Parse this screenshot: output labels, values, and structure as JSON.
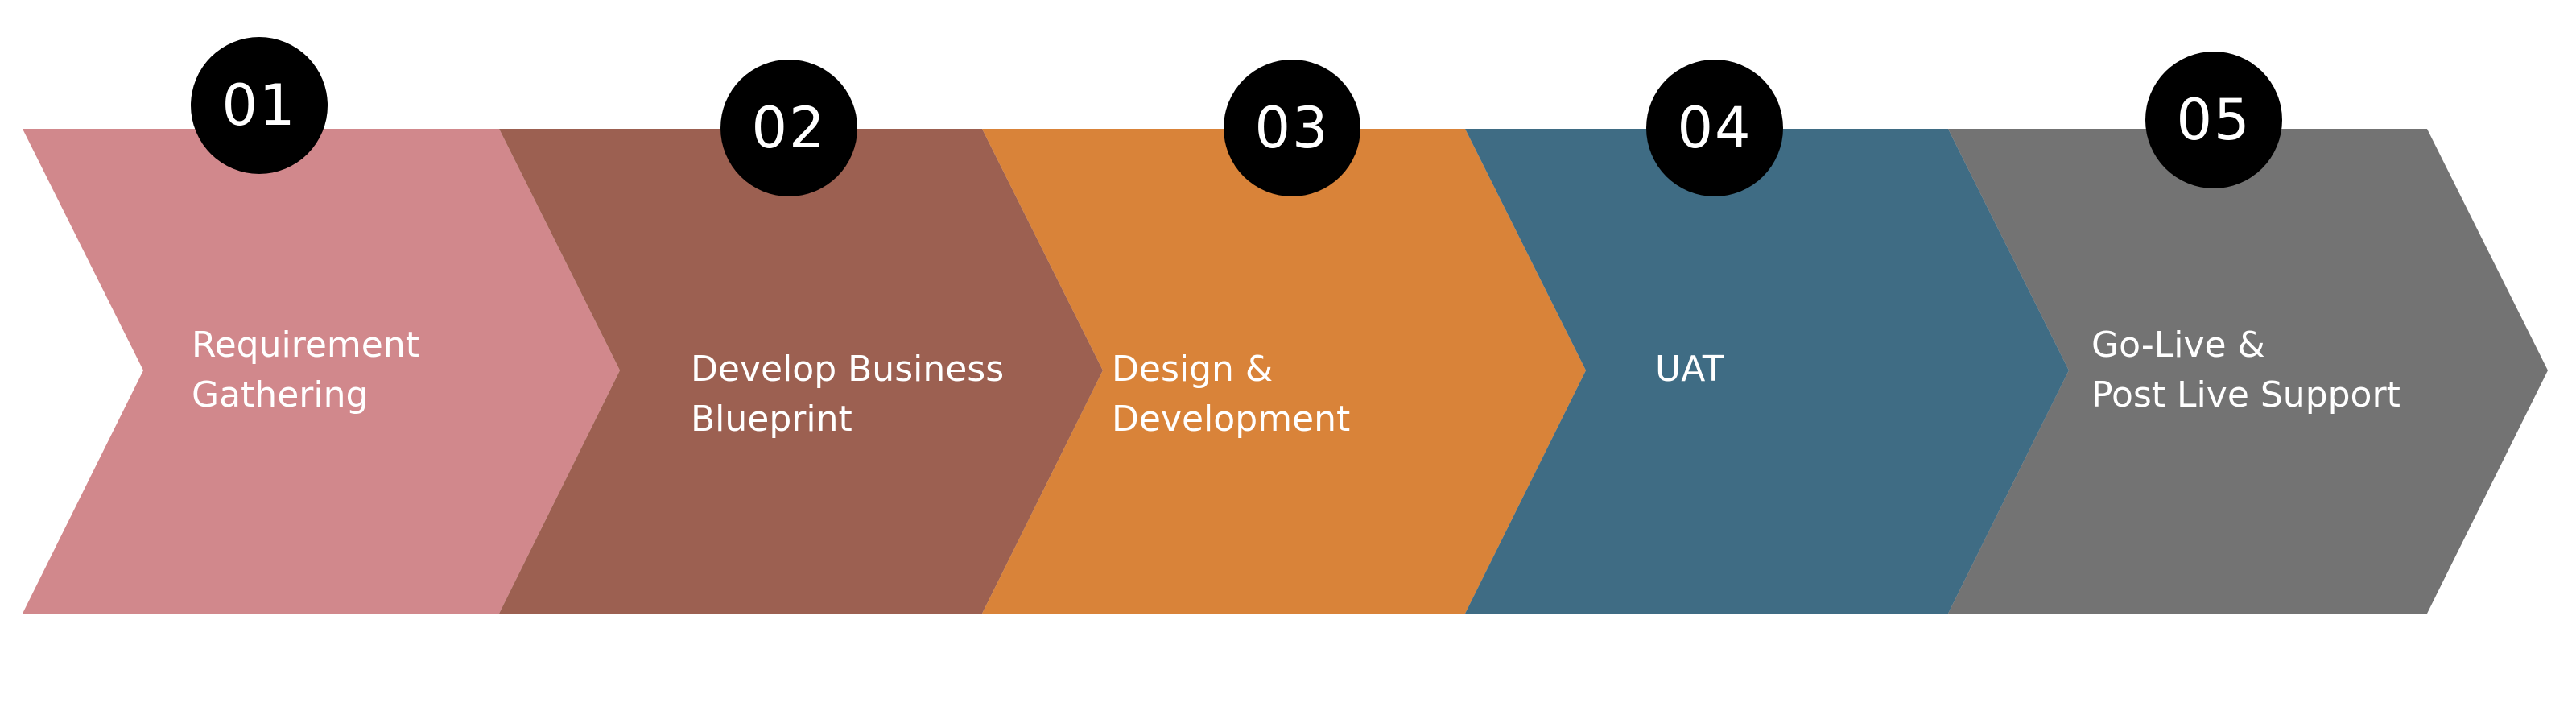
{
  "steps": [
    {
      "number": "01",
      "line1": "Requirement",
      "line2": "Gathering",
      "color": "#D1888C"
    },
    {
      "number": "02",
      "line1": "Develop Business",
      "line2": "Blueprint",
      "color": "#9C6051"
    },
    {
      "number": "03",
      "line1": "Design &",
      "line2": "Development",
      "color": "#D98339"
    },
    {
      "number": "04",
      "line1": "UAT",
      "line2": "",
      "color": "#3F6C84"
    },
    {
      "number": "05",
      "line1": "Go-Live &",
      "line2": "Post Live Support",
      "color": "#737373"
    }
  ]
}
